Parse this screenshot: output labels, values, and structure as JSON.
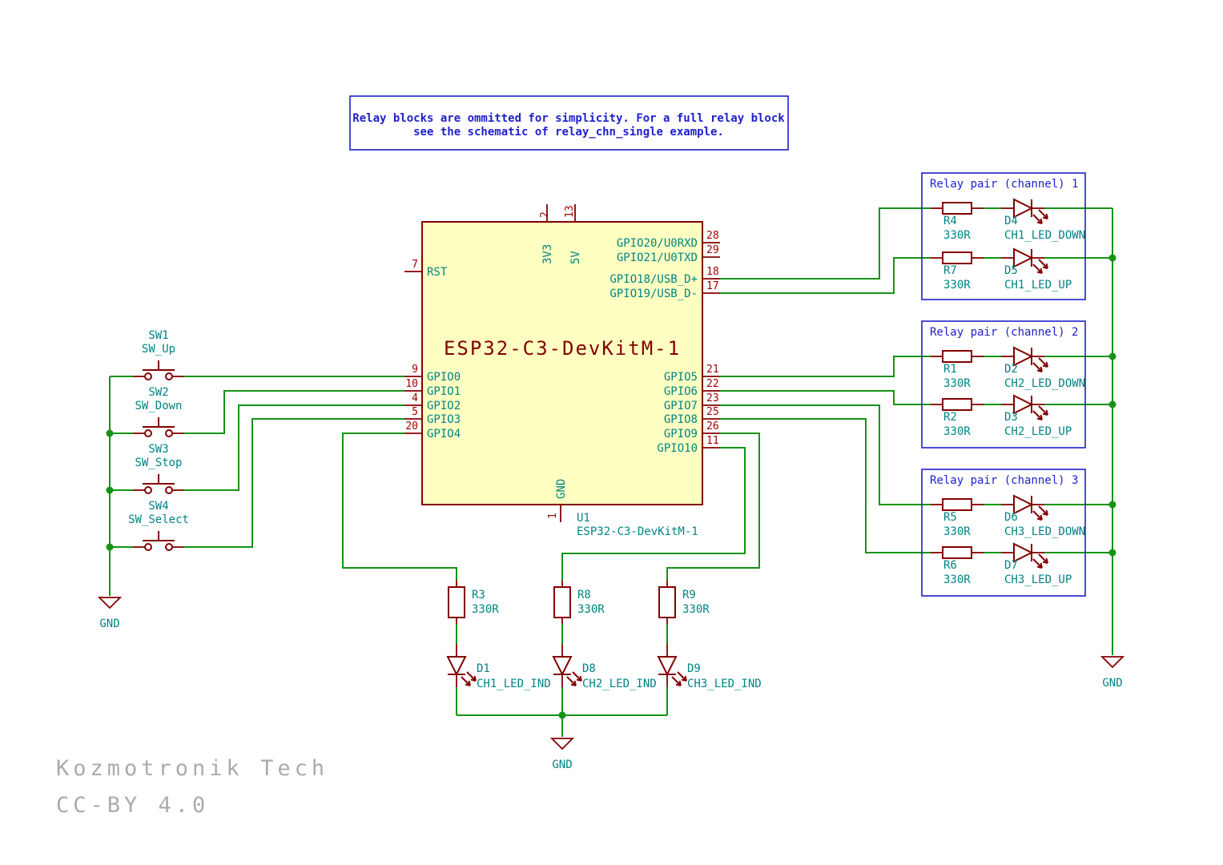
{
  "colors": {
    "wire_green": "#149414",
    "symbol_dark_red": "#840000",
    "pin_number_red": "#A40000",
    "label_teal": "#008484",
    "chip_fill_yellow": "#FFFFC2",
    "annotation_blue": "#2020CC",
    "title_gray": "#ABABAB"
  },
  "note": {
    "line1": "Relay blocks are ommitted for simplicity. For a full relay block",
    "line2": "see the schematic of relay_chn_single example."
  },
  "chip": {
    "name": "ESP32-C3-DevKitM-1",
    "refdes": "U1",
    "value": "ESP32-C3-DevKitM-1",
    "left_pins": [
      {
        "num": "7",
        "name": "RST"
      },
      {
        "num": "9",
        "name": "GPIO0"
      },
      {
        "num": "10",
        "name": "GPIO1"
      },
      {
        "num": "4",
        "name": "GPIO2"
      },
      {
        "num": "5",
        "name": "GPIO3"
      },
      {
        "num": "20",
        "name": "GPIO4"
      }
    ],
    "right_pins": [
      {
        "num": "28",
        "name": "GPIO20/U0RXD"
      },
      {
        "num": "29",
        "name": "GPIO21/U0TXD"
      },
      {
        "num": "18",
        "name": "GPIO18/USB_D+"
      },
      {
        "num": "17",
        "name": "GPIO19/USB_D-"
      },
      {
        "num": "21",
        "name": "GPIO5"
      },
      {
        "num": "22",
        "name": "GPIO6"
      },
      {
        "num": "23",
        "name": "GPIO7"
      },
      {
        "num": "25",
        "name": "GPIO8"
      },
      {
        "num": "26",
        "name": "GPIO9"
      },
      {
        "num": "11",
        "name": "GPIO10"
      }
    ],
    "top_pins": [
      {
        "num": "2",
        "name": "3V3"
      },
      {
        "num": "13",
        "name": "5V"
      }
    ],
    "bottom_pins": [
      {
        "num": "1",
        "name": "GND"
      }
    ]
  },
  "switches": [
    {
      "ref": "SW1",
      "value": "SW_Up"
    },
    {
      "ref": "SW2",
      "value": "SW_Down"
    },
    {
      "ref": "SW3",
      "value": "SW_Stop"
    },
    {
      "ref": "SW4",
      "value": "SW_Select"
    }
  ],
  "relay_blocks": [
    {
      "title": "Relay pair (channel) 1",
      "rows": [
        {
          "r_ref": "R4",
          "r_val": "330R",
          "d_ref": "D4",
          "d_val": "CH1_LED_DOWN"
        },
        {
          "r_ref": "R7",
          "r_val": "330R",
          "d_ref": "D5",
          "d_val": "CH1_LED_UP"
        }
      ]
    },
    {
      "title": "Relay pair (channel) 2",
      "rows": [
        {
          "r_ref": "R1",
          "r_val": "330R",
          "d_ref": "D2",
          "d_val": "CH2_LED_DOWN"
        },
        {
          "r_ref": "R2",
          "r_val": "330R",
          "d_ref": "D3",
          "d_val": "CH2_LED_UP"
        }
      ]
    },
    {
      "title": "Relay pair (channel) 3",
      "rows": [
        {
          "r_ref": "R5",
          "r_val": "330R",
          "d_ref": "D6",
          "d_val": "CH3_LED_DOWN"
        },
        {
          "r_ref": "R6",
          "r_val": "330R",
          "d_ref": "D7",
          "d_val": "CH3_LED_UP"
        }
      ]
    }
  ],
  "indicators": [
    {
      "r_ref": "R3",
      "r_val": "330R",
      "d_ref": "D1",
      "d_val": "CH1_LED_IND"
    },
    {
      "r_ref": "R8",
      "r_val": "330R",
      "d_ref": "D8",
      "d_val": "CH2_LED_IND"
    },
    {
      "r_ref": "R9",
      "r_val": "330R",
      "d_ref": "D9",
      "d_val": "CH3_LED_IND"
    }
  ],
  "grounds": {
    "left": "GND",
    "bottom": "GND",
    "right": "GND"
  },
  "title_block": {
    "line1": "Kozmotronik Tech",
    "line2": "CC-BY 4.0"
  }
}
